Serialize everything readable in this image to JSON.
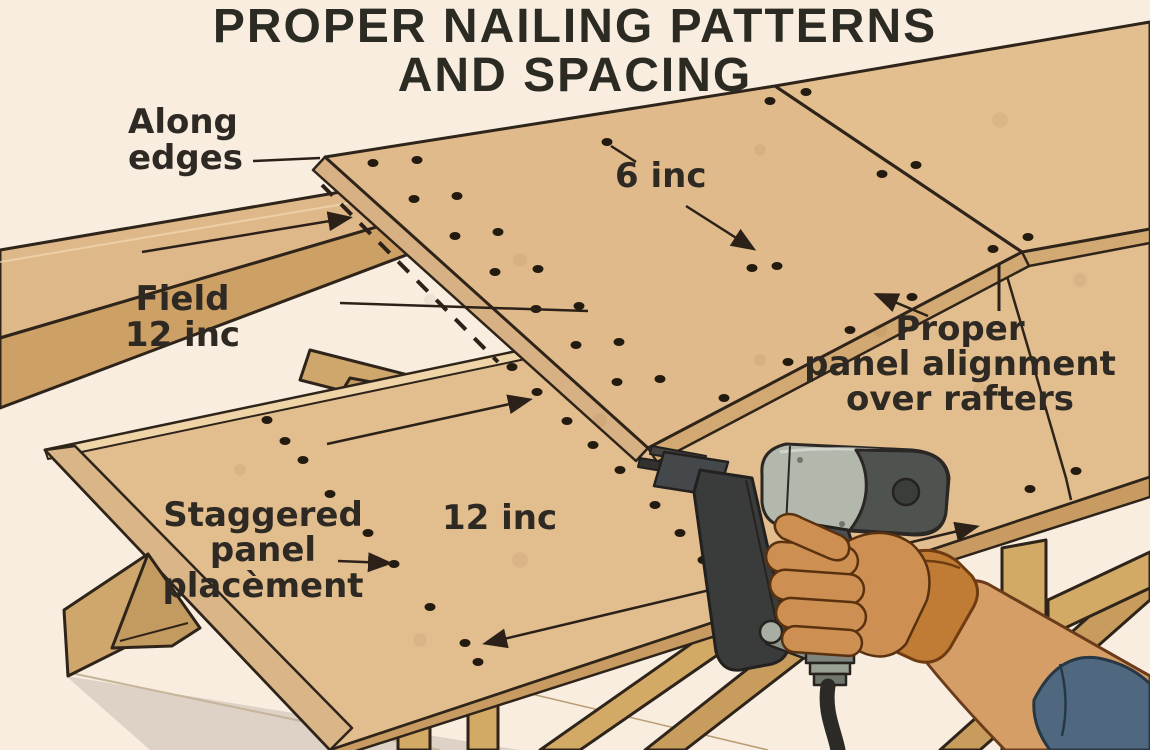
{
  "title": {
    "line1": "PROPER NAILING PATTERNS",
    "line2": "AND SPACING"
  },
  "labels": {
    "along_edges": "Along\nedges",
    "field": "Field\n12 inc",
    "six_inch": "6 inc",
    "alignment": "Proper\npanel alignment\nover rafters",
    "staggered": "Staggered\npanel\nplacèment",
    "twelve_inch": "12 inc"
  },
  "colors": {
    "background": "#f8eddf",
    "panel_wood": "#e2bd8e",
    "panel_edge": "#d7b183",
    "rafter_wood": "#d3a966",
    "outline": "#2e241a",
    "nail_dot": "#231a10",
    "text": "#2e2923",
    "shadow": "#ddd2c5",
    "gun_gray": "#b3b8ad",
    "gun_dark": "#3a3d3b",
    "skin": "#cd8f52",
    "cuff_orange": "#c07b34",
    "sleeve_blue": "#4f6880"
  }
}
